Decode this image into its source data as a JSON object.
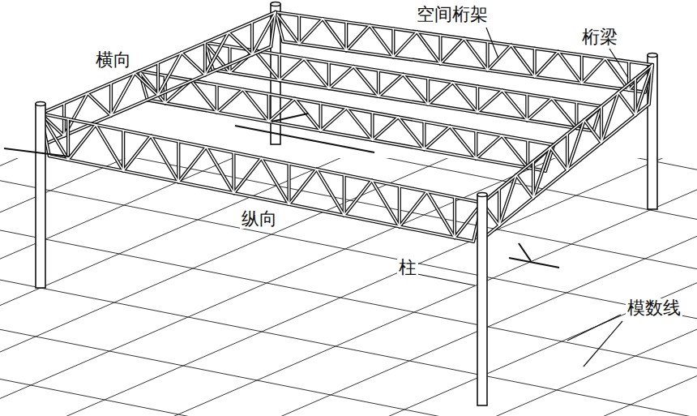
{
  "diagram": {
    "labels": [
      "空间桁架",
      "桁梁",
      "横向",
      "纵向",
      "柱",
      "模数线"
    ]
  }
}
